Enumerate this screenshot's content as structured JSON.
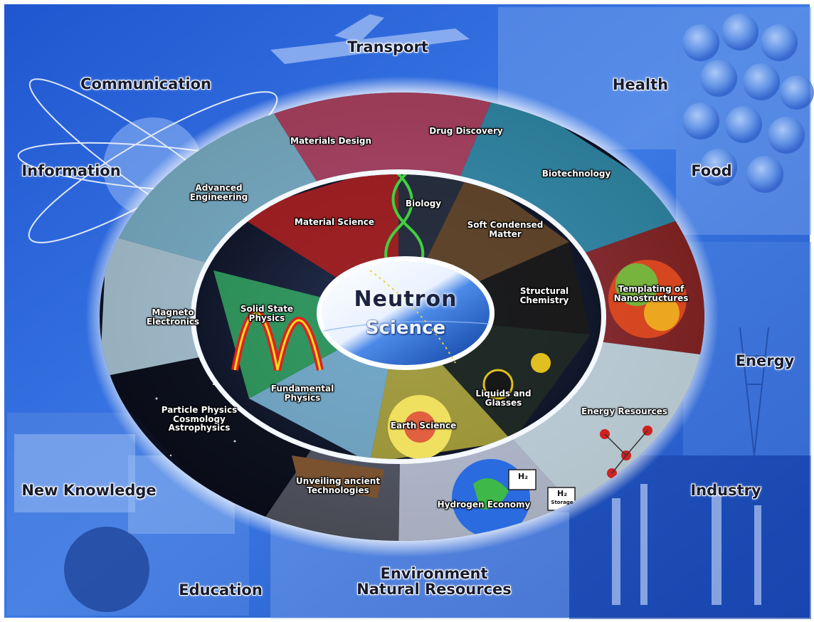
{
  "center": {
    "title": "Neutron",
    "subtitle": "Science"
  },
  "outer_labels": {
    "transport": "Transport",
    "communication": "Communication",
    "health": "Health",
    "information": "Information",
    "food": "Food",
    "energy": "Energy",
    "new_knowledge": "New Knowledge",
    "industry": "Industry",
    "education": "Education",
    "environment": "Environment\nNatural Resources"
  },
  "middle_labels": {
    "materials_design": "Materials Design",
    "drug_discovery": "Drug Discovery",
    "biotechnology": "Biotechnology",
    "advanced_engineering": "Advanced\nEngineering",
    "templating": "Templating of\nNanostructures",
    "magneto_electronics": "Magneto\nElectronics",
    "energy_resources": "Energy Resources",
    "particle_physics": "Particle Physics\nCosmology\nAstrophysics",
    "unveiling": "Unveiling ancient\nTechnologies",
    "hydrogen_economy": "Hydrogen Economy"
  },
  "inner_labels": {
    "biology": "Biology",
    "material_science": "Material Science",
    "soft_condensed_matter": "Soft Condensed\nMatter",
    "solid_state_physics": "Solid State\nPhysics",
    "structural_chemistry": "Structural\nChemistry",
    "fundamental_physics": "Fundamental\nPhysics",
    "liquids_and_glasses": "Liquids and\nGlasses",
    "earth_science": "Earth Science"
  },
  "image_text": {
    "h2_top": "H₂",
    "h2_storage": "H₂",
    "storage": "Storage"
  },
  "colors": {
    "background_blue": "#2a63d6",
    "deep_blue": "#0f3aa8",
    "halo_white": "#ffffff",
    "center_water": "#1f5fc9"
  }
}
